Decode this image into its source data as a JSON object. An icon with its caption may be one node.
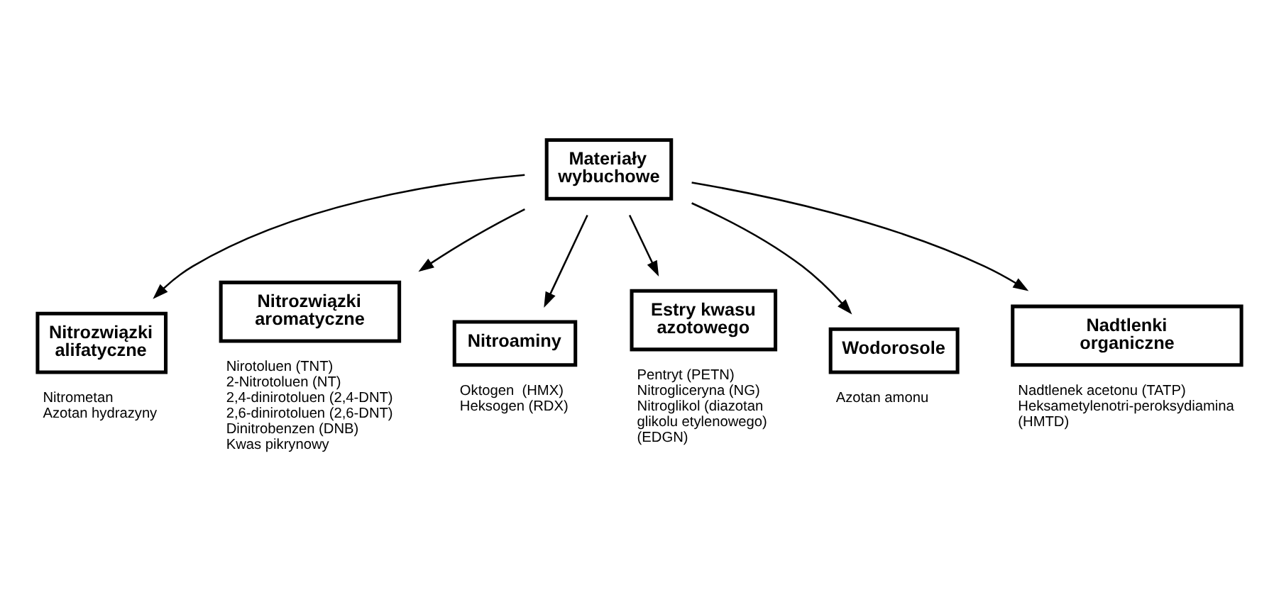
{
  "diagram": {
    "nodes": [
      {
        "text": [
          "Materiały wybuchowe"
        ]
      },
      {
        "text": [
          "Nitrozwiązki alifatyczne"
        ],
        "beside": [
          "Nitrometan",
          "Azotan hydrazyny"
        ]
      },
      {
        "text": [
          "Nitrozwiązki aromatyczne"
        ],
        "beside": [
          "Nirotoluen (TNT)",
          "2-Nitrotoluen (NT)",
          "2,4-dinirotoluen (2,4-DNT)",
          "2,6-dinirotoluen (2,6-DNT)",
          "Dinitrobenzen (DNB)",
          "Kwas pikrynowy"
        ]
      },
      {
        "text": [
          "Nitroaminy"
        ],
        "beside": [
          "Oktogen  (HMX)",
          "Heksogen (RDX)"
        ]
      },
      {
        "text": [
          "Estry kwasu azotowego"
        ],
        "beside": [
          "Pentryt (PETN)",
          "Nitrogliceryna (NG)",
          "Nitroglikol (diazotan glikolu etylenowego) (EDGN)"
        ]
      },
      {
        "text": [
          "Wodorosole"
        ],
        "beside": [
          "Azotan amonu"
        ]
      },
      {
        "text": [
          "Nadtlenki organiczne"
        ],
        "beside": [
          "Nadtlenek acetonu (TATP)",
          "Heksametylenotri-peroksydiamina (HMTD)"
        ]
      }
    ],
    "edges": [
      {
        "from": 0,
        "to": 1,
        "arrow": "to"
      },
      {
        "from": 0,
        "to": 2,
        "arrow": "to"
      },
      {
        "from": 0,
        "to": 3,
        "arrow": "to"
      },
      {
        "from": 0,
        "to": 4,
        "arrow": "to"
      },
      {
        "from": 0,
        "to": 5,
        "arrow": "to"
      },
      {
        "from": 0,
        "to": 6,
        "arrow": "to"
      }
    ]
  }
}
